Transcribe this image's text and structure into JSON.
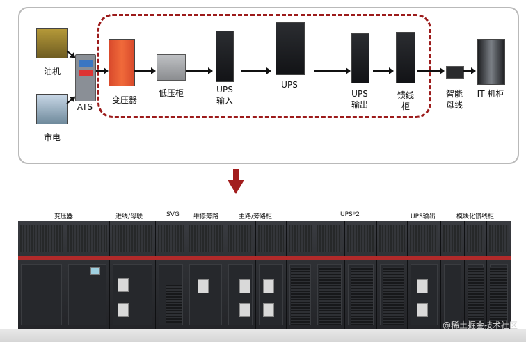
{
  "top_diagram": {
    "labels": {
      "diesel": "油机",
      "mains": "市电",
      "ats": "ATS",
      "transformer": "变压器",
      "low_voltage": "低压柜",
      "ups_in_1": "UPS",
      "ups_in_2": "输入",
      "ups": "UPS",
      "ups_out_1": "UPS",
      "ups_out_2": "输出",
      "feeder_1": "馈线",
      "feeder_2": "柜",
      "busway_1": "智能",
      "busway_2": "母线",
      "it_rack": "IT 机柜"
    }
  },
  "bottom_labels": {
    "transformer": "变压器",
    "incoming": "进线/母联",
    "svg": "SVG",
    "maint_bypass": "维修旁路",
    "main_bypass": "主路/旁路柜",
    "ups2": "UPS*2",
    "ups_out": "UPS输出",
    "modular_feeder": "模块化馈线柜"
  },
  "watermark": "@稀土掘金技术社区",
  "colors": {
    "accent": "#9c1b1b",
    "band": "#b12a2a"
  }
}
